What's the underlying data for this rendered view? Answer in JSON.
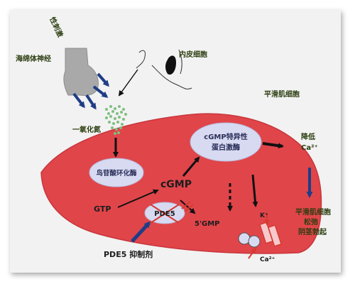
{
  "labels": {
    "penis_dorsal_nerve": "海绵体神经",
    "nerve_ending": "性刺激",
    "endothelial_cell": "内皮细胞",
    "smooth_muscle_cell": "平滑肌细胞",
    "nitric_oxide": "一氧化氮",
    "guanylate_cyclase": "鸟苷酸环化酶",
    "cgmp": "cGMP",
    "pkg_line1": "cGMP特异性",
    "pkg_line2": "蛋白激酶",
    "lower_ca_line1": "降低",
    "lower_ca_line2": "Ca²⁺",
    "gtp": "GTP",
    "pde5": "PDE5",
    "five_gmp": "5'GMP",
    "potassium": "K⁺",
    "calcium": "Ca²⁺",
    "relax_line1": "平滑肌细胞",
    "relax_line2": "松弛",
    "relax_line3": "阴茎勃起",
    "pde5_inhibitor": "PDE5 抑制剂"
  },
  "colors": {
    "cell": "#e0454a",
    "ellipse": "#d8daf2",
    "arrow_blue": "#1f3d86",
    "arrow_dark": "#111111",
    "nerve_gray": "#a9a9a9",
    "no_dots": "#7fbf7f",
    "inhibit_red": "#d63a2f"
  }
}
